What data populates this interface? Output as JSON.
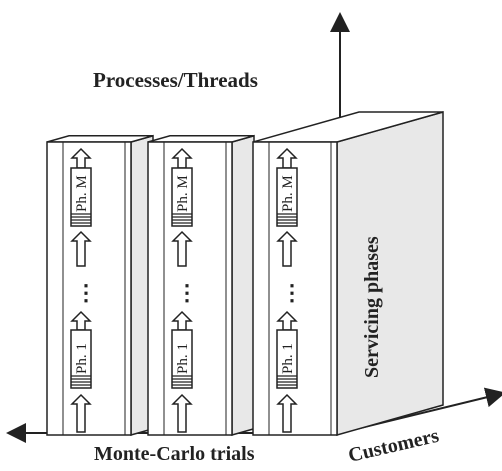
{
  "labels": {
    "top": "Processes/Threads",
    "side": "Servicing phases",
    "bottom": "Monte-Carlo trials",
    "right": "Customers"
  },
  "block": {
    "phase_top": "Ph. M",
    "phase_bottom": "Ph. 1",
    "ellipsis": "⋮"
  },
  "colors": {
    "face": "#ffffff",
    "side_face": "#e8e8e8",
    "stroke": "#222222"
  }
}
